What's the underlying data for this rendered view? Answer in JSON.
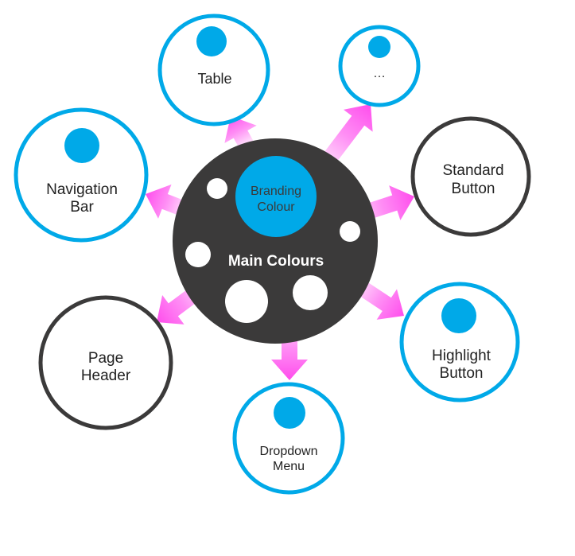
{
  "colors": {
    "blue": "#00a9e8",
    "dark": "#3b3a3a",
    "white": "#ffffff",
    "arrow": "#ff5cf0"
  },
  "center": {
    "label": "Main Colours",
    "swatch_label_line1": "Branding",
    "swatch_label_line2": "Colour"
  },
  "nodes": {
    "table": {
      "label": "Table"
    },
    "more": {
      "label": "…"
    },
    "navigation_bar": {
      "line1": "Navigation",
      "line2": "Bar"
    },
    "standard_button": {
      "line1": "Standard",
      "line2": "Button"
    },
    "page_header": {
      "line1": "Page",
      "line2": "Header"
    },
    "highlight_button": {
      "line1": "Highlight",
      "line2": "Button"
    },
    "dropdown_menu": {
      "line1": "Dropdown",
      "line2": "Menu"
    }
  }
}
